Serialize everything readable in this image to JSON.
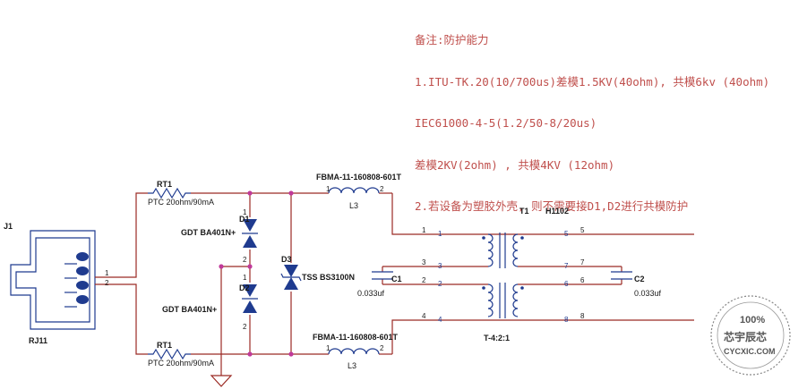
{
  "notes": {
    "title": "备注:防护能力",
    "line1": "1.ITU-TK.20(10/700us)差模1.5KV(40ohm), 共模6kv (40ohm)",
    "line2": "IEC61000-4-5(1.2/50-8/20us)",
    "line3": "差模2KV(2ohm) , 共模4KV (12ohm)",
    "line4": "2.若设备为塑胶外壳, 则不需要接D1,D2进行共模防护"
  },
  "components": {
    "j1_ref": "J1",
    "j1_name": "RJ11",
    "rt1_top_ref": "RT1",
    "rt1_top_val": "PTC 20ohm/90mA",
    "rt1_bot_ref": "RT1",
    "rt1_bot_val": "PTC 20ohm/90mA",
    "d1_ref": "D1",
    "d1_val": "GDT BA401N+",
    "d2_ref": "D2",
    "d2_val": "GDT BA401N+",
    "d3_ref": "D3",
    "d3_val": "TSS BS3100N",
    "l3_top_part": "FBMA-11-160808-601T",
    "l3_top_ref": "L3",
    "l3_bot_part": "FBMA-11-160808-601T",
    "l3_bot_ref": "L3",
    "c1_ref": "C1",
    "c1_val": "0.033uf",
    "c2_ref": "C2",
    "c2_val": "0.033uf",
    "t1_ref": "T1",
    "t1_part": "H1102",
    "t1_ratio": "T-4:2:1"
  },
  "pins": {
    "one": "1",
    "two": "2",
    "three": "3",
    "four": "4",
    "five": "5",
    "six": "6",
    "seven": "7",
    "eight": "8"
  },
  "watermark": {
    "percent": "100%",
    "cn": "芯宇辰芯",
    "site": "CYCXIC.COM"
  },
  "colors": {
    "wire": "#9b2a24",
    "component": "#1f3b8f",
    "note_text": "#c0504d",
    "junction": "#c03a9a"
  }
}
